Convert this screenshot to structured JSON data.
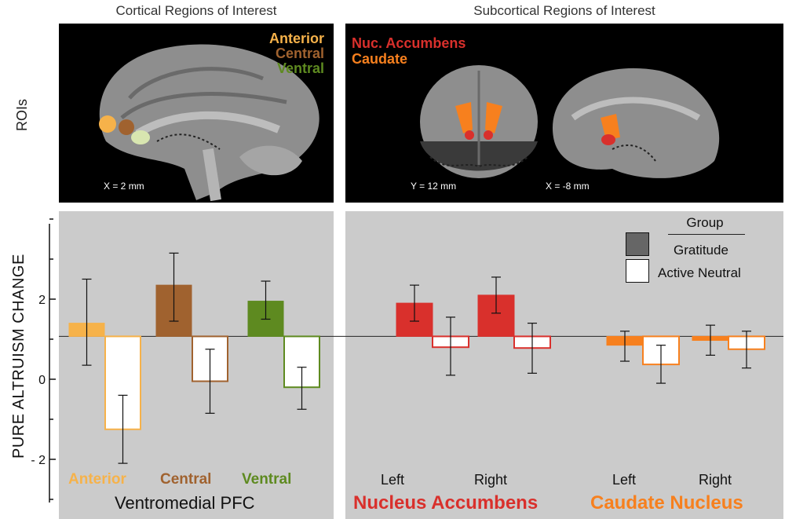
{
  "titles": {
    "cortical": "Cortical Regions of Interest",
    "subcortical": "Subcortical Regions of Interest",
    "rois": "ROIs"
  },
  "cortical_brain": {
    "labels": [
      {
        "text": "Anterior",
        "color": "#f6b24a"
      },
      {
        "text": "Central",
        "color": "#a0622f"
      },
      {
        "text": "Ventral",
        "color": "#5e8a20"
      }
    ],
    "coord": "X = 2 mm"
  },
  "subcortical_brain": {
    "labels": [
      {
        "text": "Nuc. Accumbens",
        "color": "#d9302c"
      },
      {
        "text": "Caudate",
        "color": "#f7801e"
      }
    ],
    "coord_left": "Y = 12 mm",
    "coord_right": "X = -8 mm"
  },
  "legend": {
    "title": "Group",
    "items": [
      {
        "label": "Gratitude",
        "color": "#666666"
      },
      {
        "label": "Active Neutral",
        "color": "#ffffff"
      }
    ]
  },
  "region_labels": {
    "anterior": "Anterior",
    "central": "Central",
    "ventral": "Ventral",
    "vmpfc": "Ventromedial PFC",
    "left1": "Left",
    "right1": "Right",
    "left2": "Left",
    "right2": "Right",
    "nacc": "Nucleus Accumbens",
    "caudate": "Caudate Nucleus"
  },
  "colors": {
    "anterior": "#f6b24a",
    "central": "#a0622f",
    "ventral": "#5e8a20",
    "nacc": "#d9302c",
    "caudate": "#f7801e"
  },
  "chart_data": {
    "type": "bar",
    "ylabel": "PURE ALTRUISM CHANGE",
    "yticks": [
      2,
      0,
      -2
    ],
    "ytick_labels": [
      "2",
      "0",
      "- 2"
    ],
    "ylim": [
      -3,
      4
    ],
    "categories": [
      "Anterior",
      "Central",
      "Ventral",
      "Left NAcc",
      "Right NAcc",
      "Left Caudate",
      "Right Caudate"
    ],
    "series": [
      {
        "name": "Gratitude",
        "values": [
          1.4,
          2.35,
          1.95,
          1.9,
          2.1,
          0.85,
          0.97
        ],
        "err_low": [
          0.35,
          1.45,
          1.5,
          1.45,
          1.65,
          0.45,
          0.6
        ],
        "err_high": [
          2.5,
          3.15,
          2.45,
          2.35,
          2.55,
          1.2,
          1.35
        ]
      },
      {
        "name": "Active Neutral",
        "values": [
          -1.25,
          -0.05,
          -0.2,
          0.8,
          0.78,
          0.37,
          0.75
        ],
        "err_low": [
          -2.1,
          -0.85,
          -0.75,
          0.1,
          0.15,
          -0.1,
          0.28
        ],
        "err_high": [
          -0.4,
          0.75,
          0.3,
          1.55,
          1.4,
          0.85,
          1.2
        ]
      }
    ],
    "baseline": 1.07
  }
}
